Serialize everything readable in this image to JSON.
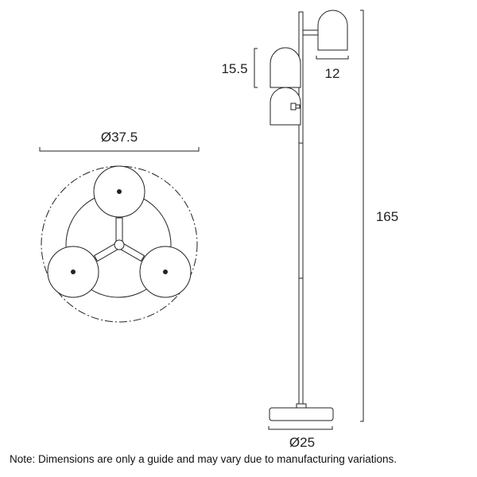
{
  "dimensions": {
    "top_view_diameter": "Ø37.5",
    "shade_height": "15.5",
    "shade_width": "12",
    "total_height": "165",
    "base_diameter": "Ø25"
  },
  "note": "Note: Dimensions are only a guide and may vary due to manufacturing variations."
}
